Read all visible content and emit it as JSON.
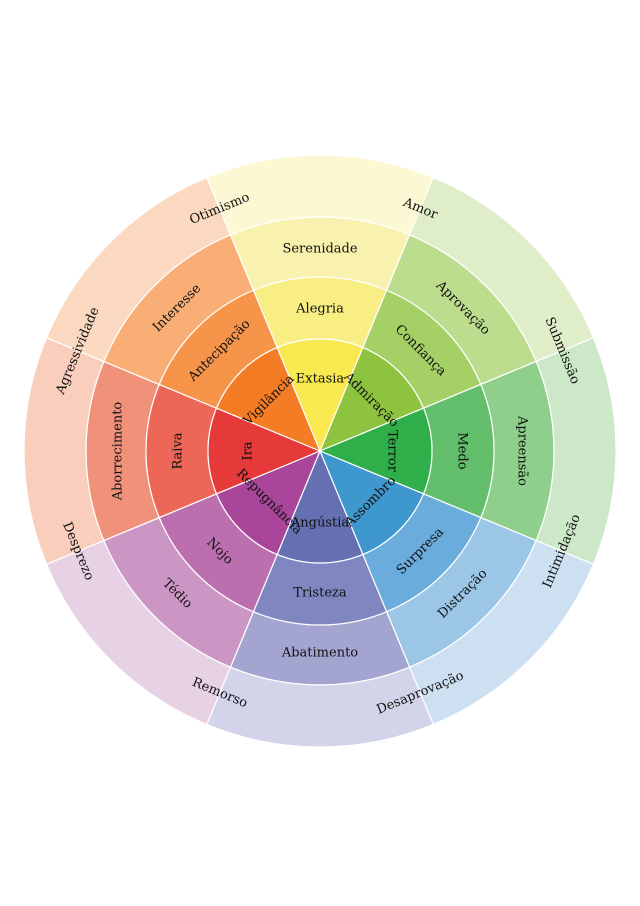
{
  "diagram": {
    "sectors": [
      {
        "colors": [
          "#F7E94F",
          "#F8EE84",
          "#F9F2AF",
          "#FDF8D4"
        ],
        "inner": "Extasia",
        "middle": "Alegria",
        "outer": "Serenidade",
        "dyad": "Amor"
      },
      {
        "colors": [
          "#8DC33E",
          "#A5D066",
          "#BCDC8E",
          "#DFEDC9"
        ],
        "inner": "Admiração",
        "middle": "Confiança",
        "outer": "Aprovação",
        "dyad": "Submissão"
      },
      {
        "colors": [
          "#2FAE4A",
          "#62BE6B",
          "#8ECF8B",
          "#CDE8C9"
        ],
        "inner": "Terror",
        "middle": "Medo",
        "outer": "Apreensão",
        "dyad": "Intimidação"
      },
      {
        "colors": [
          "#3E98CD",
          "#6AADDC",
          "#9CC6E6",
          "#CDE0F2"
        ],
        "inner": "Assombro",
        "middle": "Surpresa",
        "outer": "Distração",
        "dyad": "Desaprovação"
      },
      {
        "colors": [
          "#6470B2",
          "#8086BF",
          "#A3A4D0",
          "#D3D4E9"
        ],
        "inner": "Angústia",
        "middle": "Tristeza",
        "outer": "Abatimento",
        "dyad": "Remorso"
      },
      {
        "colors": [
          "#A94699",
          "#BC6FAF",
          "#CC96C4",
          "#E6D1E5"
        ],
        "inner": "Repugnância",
        "middle": "Nojo",
        "outer": "Tédio",
        "dyad": "Desprezo"
      },
      {
        "colors": [
          "#E5393A",
          "#EC6758",
          "#F0927A",
          "#F9CEBC"
        ],
        "inner": "Ira",
        "middle": "Raiva",
        "outer": "Aborrecimento",
        "dyad": "Agressividade"
      },
      {
        "colors": [
          "#F47C25",
          "#F6944A",
          "#F8AE75",
          "#FAD9C0"
        ],
        "inner": "Vigilância",
        "middle": "Antecipação",
        "outer": "Interesse",
        "dyad": "Otimismo"
      }
    ]
  }
}
